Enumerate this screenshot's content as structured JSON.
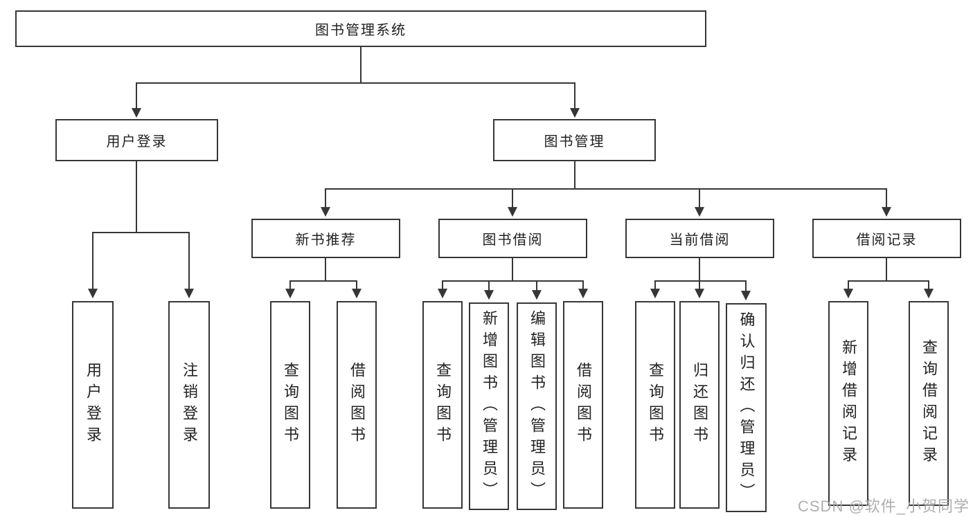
{
  "tree": {
    "label": "图书管理系统",
    "children": [
      {
        "label": "用户登录",
        "children": [
          {
            "label": "用户登录"
          },
          {
            "label": "注销登录"
          }
        ]
      },
      {
        "label": "图书管理",
        "children": [
          {
            "label": "新书推荐",
            "children": [
              {
                "label": "查询图书"
              },
              {
                "label": "借阅图书"
              }
            ]
          },
          {
            "label": "图书借阅",
            "children": [
              {
                "label": "查询图书"
              },
              {
                "label": "新增图书（管理员）"
              },
              {
                "label": "编辑图书（管理员）"
              },
              {
                "label": "借阅图书"
              }
            ]
          },
          {
            "label": "当前借阅",
            "children": [
              {
                "label": "查询图书"
              },
              {
                "label": "归还图书"
              },
              {
                "label": "确认归还（管理员）"
              }
            ]
          },
          {
            "label": "借阅记录",
            "children": [
              {
                "label": "新增借阅记录"
              },
              {
                "label": "查询借阅记录"
              }
            ]
          }
        ]
      }
    ]
  },
  "watermark": "CSDN @软件_小贺同学",
  "colors": {
    "line_and_border": "#363636",
    "watermark_text": "#a5a5a5"
  }
}
